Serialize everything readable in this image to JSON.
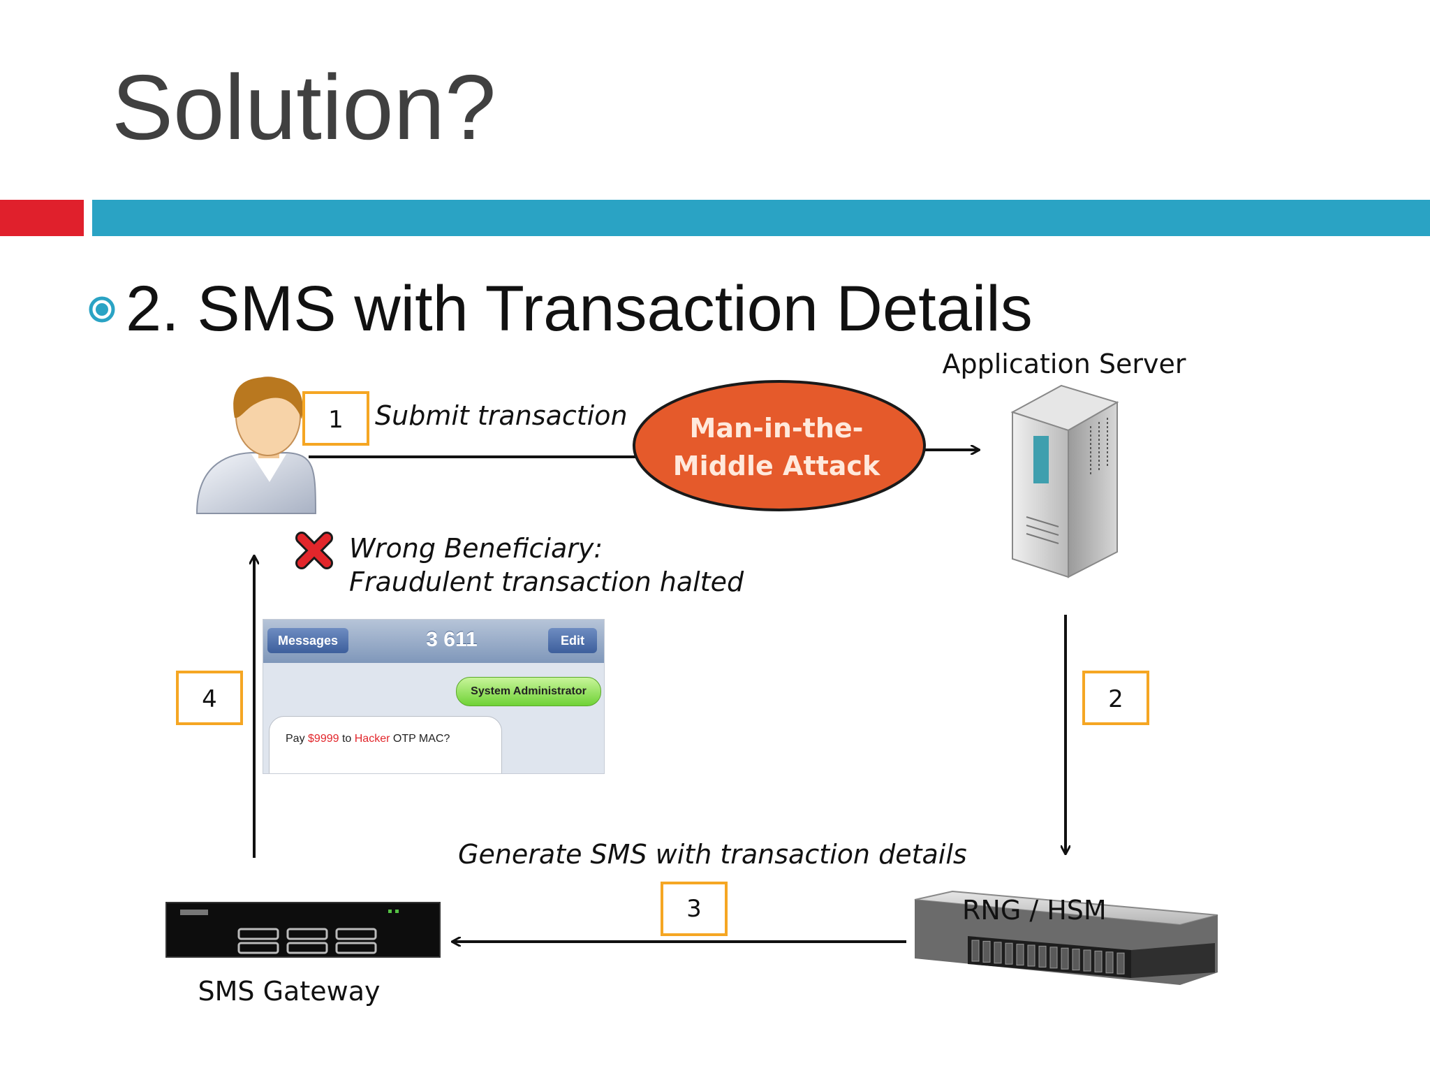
{
  "slide": {
    "title": "Solution?",
    "bullet": "2. SMS with Transaction Details",
    "colors": {
      "accent_red": "#e0202c",
      "accent_blue": "#2aa3c4",
      "mitm_fill": "#e55a2b",
      "step_box": "#f5a623"
    }
  },
  "diagram": {
    "nodes": {
      "user": {
        "icon": "user-icon"
      },
      "mitm": {
        "label_line1": "Man-in-the-",
        "label_line2": "Middle Attack"
      },
      "app_server": {
        "label": "Application Server",
        "icon": "server-tower-icon"
      },
      "rng_hsm": {
        "label": "RNG / HSM",
        "icon": "rack-server-icon"
      },
      "sms_gateway": {
        "label": "SMS Gateway",
        "icon": "network-appliance-icon"
      }
    },
    "steps": [
      {
        "number": "1",
        "label": "Submit transaction"
      },
      {
        "number": "2",
        "label": ""
      },
      {
        "number": "3",
        "label": "Generate SMS with transaction details"
      },
      {
        "number": "4",
        "label": ""
      }
    ],
    "outcome": {
      "icon": "red-x-icon",
      "line1": "Wrong Beneficiary:",
      "line2": "Fraudulent transaction halted"
    },
    "phone": {
      "back_label": "Messages",
      "sender_number": "3 611",
      "edit_label": "Edit",
      "sender_name": "System Administrator",
      "msg_prefix": "Pay ",
      "msg_amount": "$9999",
      "msg_mid": " to ",
      "msg_payee": "Hacker",
      "msg_suffix": " OTP MAC?"
    }
  }
}
